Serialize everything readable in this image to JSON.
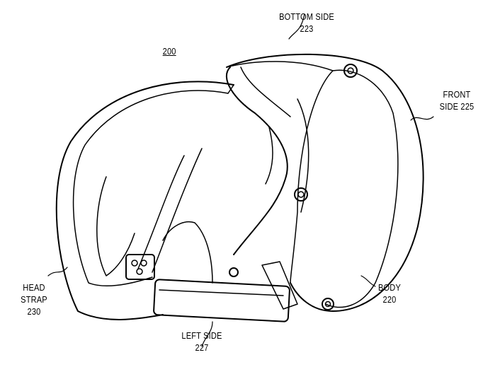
{
  "figure_number": "200",
  "labels": {
    "bottom_side": {
      "name": "BOTTOM SIDE",
      "ref": "223"
    },
    "front_side": {
      "name": "FRONT",
      "name2": "SIDE 225"
    },
    "body": {
      "name": "BODY",
      "ref": "220"
    },
    "left_side": {
      "name": "LEFT SIDE",
      "ref": "227"
    },
    "head_strap": {
      "name": "HEAD",
      "name2": "STRAP",
      "ref": "230"
    }
  }
}
